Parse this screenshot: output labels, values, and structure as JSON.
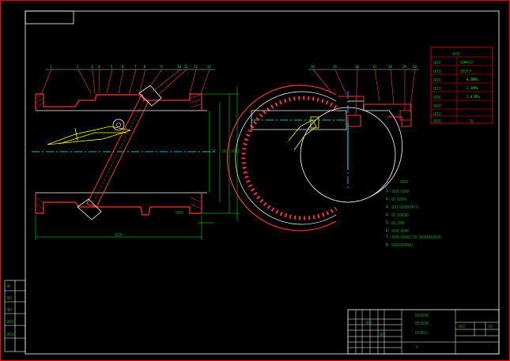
{
  "colors": {
    "background": "#000000",
    "frame": "#ff0000",
    "outline": "#ffffff",
    "body_outline": "#ff3030",
    "centerline": "#00ffff",
    "disc": "#ffff00",
    "dimension": "#00ff00",
    "label": "#00ff00",
    "table_border": "#ff0000"
  },
  "balloons_left": [
    "1",
    "2",
    "3",
    "4",
    "5",
    "6",
    "7",
    "8",
    "9",
    "10",
    "11",
    "12",
    "13"
  ],
  "balloons_right": [
    "14",
    "15",
    "16",
    "17",
    "18",
    "19",
    "20"
  ],
  "dimensions": {
    "overall_length": "□□□□",
    "side_note": "□□□□",
    "right_dims": [
      "□□",
      "□□□",
      "□□□□"
    ]
  },
  "spec_table": {
    "header": "□□□□",
    "rows": [
      [
        "□□□□",
        "□□mm(□)"
      ],
      [
        "□□□□",
        "□□□(□)"
      ],
      [
        "□□□□",
        "0.1MPa"
      ],
      [
        "□□□□",
        "2.2MPa"
      ],
      [
        "□□□□",
        "1.4 MPa"
      ],
      [
        "□□□□",
        ""
      ],
      [
        "□□□□",
        ""
      ],
      [
        "□□□□",
        "□□"
      ]
    ]
  },
  "notes": {
    "title": "□□□□",
    "lines": [
      "1. □□□□  □□□□",
      "2. □□  □□□□□",
      "3. □□□  □□□□□□□□-□",
      "4. □□  □□□□□□",
      "5. □□  □□□□",
      "6. □□□□  □□□□",
      "7. □□□□-□□□□□  □□  □□□□□□□□□□□□",
      "8. □□□□□□□□□□□"
    ]
  },
  "title_block": {
    "drawing_name": [
      "□□□□□□□",
      "□□□□□□□",
      "□□□□□□"
    ],
    "cells": [
      "□□□",
      "□□□",
      "□",
      "□□□",
      "□□"
    ],
    "left_labels": [
      "□□",
      "□□□",
      "□□□",
      "□□□□",
      "□□□□"
    ]
  }
}
